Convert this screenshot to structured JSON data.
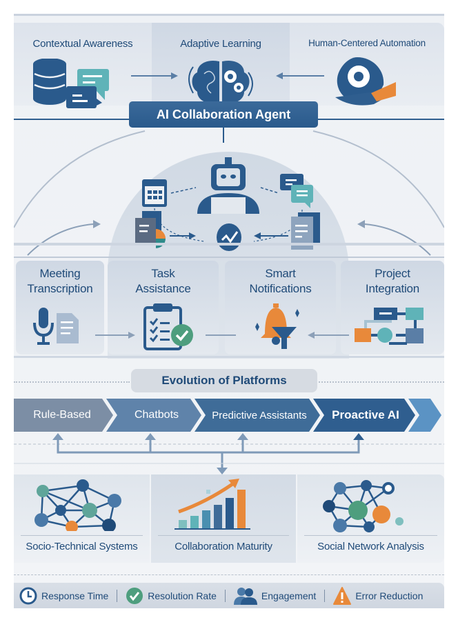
{
  "diagram": {
    "title": "AI Collaboration Agent",
    "top_row": [
      {
        "label": "Contextual Awareness",
        "icon": "database-chat-icon"
      },
      {
        "label": "Adaptive Learning",
        "icon": "brain-gears-icon"
      },
      {
        "label": "Human-Centered Automation",
        "icon": "hand-gear-icon"
      }
    ],
    "agent_hub": {
      "center_icon": "robot-icon",
      "satellites": [
        "calendar-icon",
        "chat-bubbles-icon",
        "documents-chart-icon",
        "document-stack-icon"
      ],
      "core_icon": "analytics-check-icon"
    },
    "features": [
      {
        "line1": "Meeting",
        "line2": "Transcription",
        "icon": "microphone-document-icon"
      },
      {
        "line1": "Task",
        "line2": "Assistance",
        "icon": "checklist-clipboard-icon"
      },
      {
        "line1": "Smart",
        "line2": "Notifications",
        "icon": "bell-filter-icon"
      },
      {
        "line1": "Project",
        "line2": "Integration",
        "icon": "flowchart-icon"
      }
    ],
    "evolution": {
      "title": "Evolution of Platforms",
      "stages": [
        "Rule-Based",
        "Chatbots",
        "Predictive Assistants",
        "Proactive AI"
      ]
    },
    "frameworks": [
      {
        "label": "Socio-Technical Systems",
        "icon": "network-graph-icon"
      },
      {
        "label": "Collaboration Maturity",
        "icon": "growth-bar-chart-icon"
      },
      {
        "label": "Social Network Analysis",
        "icon": "social-network-icon"
      }
    ],
    "metrics": [
      {
        "label": "Response Time",
        "icon": "clock-icon"
      },
      {
        "label": "Resolution Rate",
        "icon": "check-circle-icon"
      },
      {
        "label": "Engagement",
        "icon": "users-icon"
      },
      {
        "label": "Error Reduction",
        "icon": "warning-icon"
      }
    ]
  },
  "colors": {
    "navy": "#2a5a8c",
    "dark_navy": "#1f4a78",
    "teal": "#5fb3b8",
    "green": "#4e9e7e",
    "orange": "#e8893a",
    "slate": "#7c8ea5",
    "background": "#eef1f5"
  }
}
